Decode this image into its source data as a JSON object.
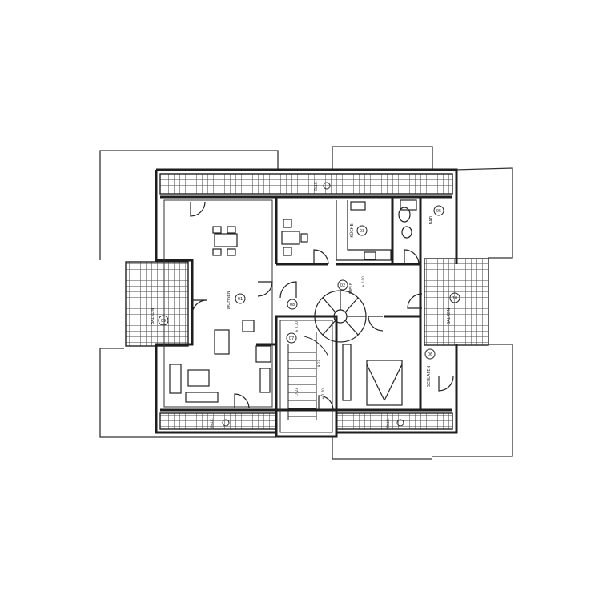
{
  "rooms": {
    "wohnen": {
      "name": "WOHNEN",
      "number": "01"
    },
    "kueche": {
      "name": "KÜCHE",
      "number": "03"
    },
    "bad": {
      "name": "BAD",
      "number": "05"
    },
    "diele": {
      "name": "DIELE",
      "number": "02"
    },
    "flur": {
      "name": "",
      "number": "08"
    },
    "schlafen": {
      "name": "SCHLAFEN",
      "number": "06"
    },
    "balkon_left": {
      "name": "BALKON",
      "number": "09"
    },
    "balkon_right": {
      "name": "BALKON",
      "number": "10"
    },
    "treppe": {
      "number": "07"
    }
  },
  "marks": {
    "balk_top": "BALK.",
    "balk_bottom_left": "BALK.",
    "balk_bottom_right": "BALK.",
    "stair_level_top": "± 2.70",
    "stair_level_mid": "± 0.00",
    "stair_level_low": "+ 2.70",
    "stair_dim_a": "19.23",
    "stair_dim_b": "17.23"
  },
  "colors": {
    "line": "#2a2a2a",
    "tile": "#555555",
    "background": "#ffffff"
  }
}
